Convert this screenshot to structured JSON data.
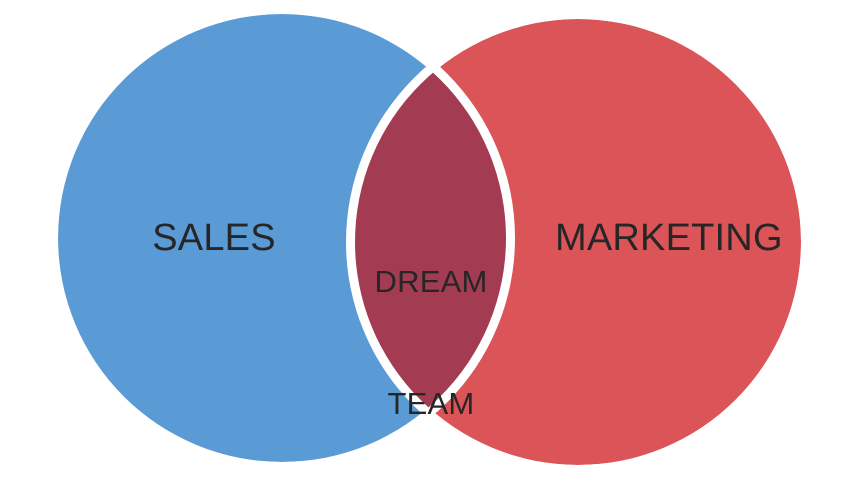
{
  "diagram": {
    "type": "venn",
    "sets": [
      {
        "id": "sales",
        "label": "SALES",
        "color": "#5B9BD5",
        "role": "left-circle"
      },
      {
        "id": "marketing",
        "label": "MARKETING",
        "color": "#DB5458",
        "role": "right-circle"
      }
    ],
    "intersection": {
      "id": "dream-team",
      "label": "DREAM TEAM",
      "label_line_1": "DREAM",
      "label_line_2": "TEAM",
      "color": "#A33B52",
      "role": "overlap-lens"
    },
    "background_color": "#FFFFFF",
    "text_color": "#262626",
    "separator_color": "#FFFFFF"
  },
  "chart_data": {
    "type": "venn",
    "title": "",
    "categories": [
      "SALES",
      "MARKETING",
      "DREAM TEAM"
    ],
    "regions": [
      {
        "name": "SALES",
        "kind": "set-only",
        "color": "#5B9BD5"
      },
      {
        "name": "MARKETING",
        "kind": "set-only",
        "color": "#DB5458"
      },
      {
        "name": "DREAM TEAM",
        "kind": "intersection",
        "color": "#A33B52"
      }
    ],
    "legend": "none",
    "grid": false
  }
}
